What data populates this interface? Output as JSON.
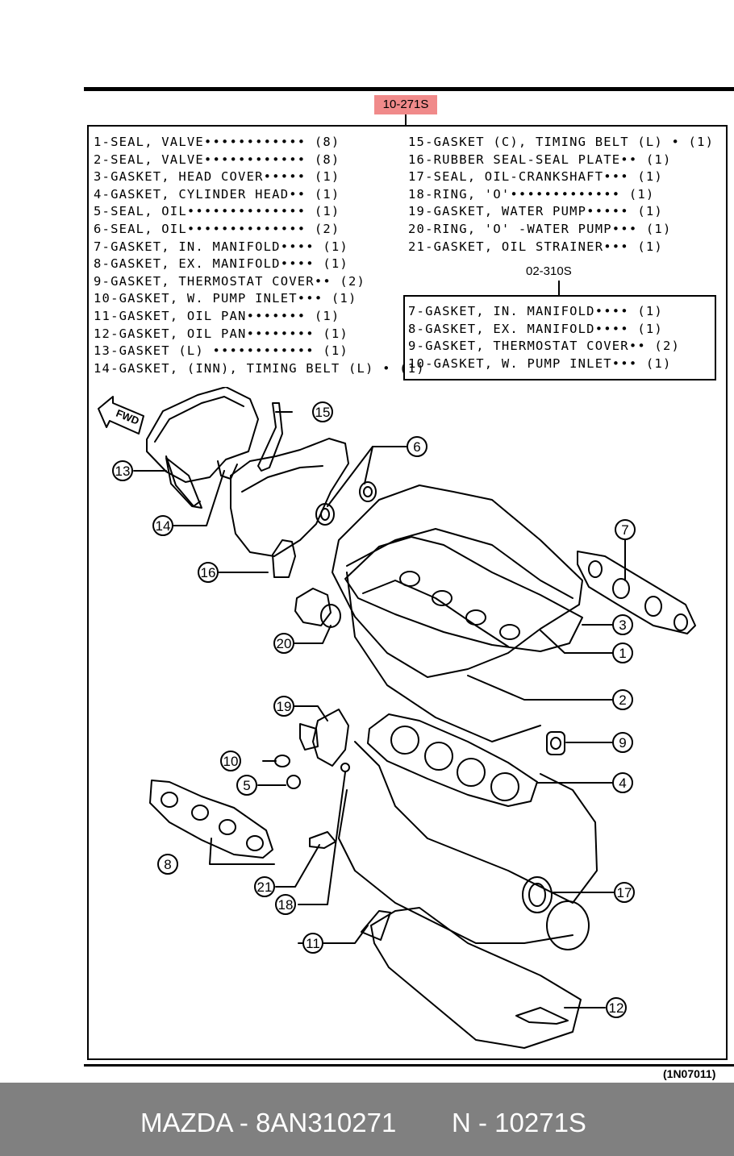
{
  "header": {
    "part_tag": "10-271S"
  },
  "main_list": {
    "left": [
      "1-SEAL, VALVE•••••••••••• (8)",
      "2-SEAL, VALVE•••••••••••• (8)",
      "3-GASKET, HEAD COVER••••• (1)",
      "4-GASKET, CYLINDER HEAD•• (1)",
      "5-SEAL, OIL•••••••••••••• (1)",
      "6-SEAL, OIL•••••••••••••• (2)",
      "7-GASKET, IN. MANIFOLD•••• (1)",
      "8-GASKET, EX. MANIFOLD•••• (1)",
      "9-GASKET, THERMOSTAT COVER•• (2)",
      "10-GASKET, W. PUMP INLET••• (1)",
      "11-GASKET, OIL PAN••••••• (1)",
      "12-GASKET, OIL PAN•••••••• (1)",
      "13-GASKET (L) •••••••••••• (1)",
      "14-GASKET, (INN), TIMING BELT (L) • (1)"
    ],
    "right": [
      "15-GASKET (C), TIMING BELT (L) • (1)",
      "16-RUBBER SEAL-SEAL PLATE•• (1)",
      "17-SEAL, OIL-CRANKSHAFT••• (1)",
      "18-RING, 'O'••••••••••••• (1)",
      "19-GASKET, WATER PUMP••••• (1)",
      "20-RING, 'O' -WATER PUMP••• (1)",
      "21-GASKET, OIL STRAINER••• (1)"
    ]
  },
  "sub_kit": {
    "part_tag": "02-310S",
    "items": [
      "7-GASKET, IN. MANIFOLD•••• (1)",
      "8-GASKET, EX. MANIFOLD•••• (1)",
      "9-GASKET, THERMOSTAT COVER•• (2)",
      "10-GASKET, W. PUMP INLET••• (1)"
    ]
  },
  "diagram": {
    "direction_label": "FWD",
    "callouts": [
      "1",
      "2",
      "3",
      "4",
      "5",
      "6",
      "7",
      "8",
      "9",
      "10",
      "11",
      "12",
      "13",
      "14",
      "15",
      "16",
      "17",
      "18",
      "19",
      "20",
      "21"
    ]
  },
  "ref_code": "(1N07011)",
  "footer": {
    "part_number": "MAZDA - 8AN310271",
    "kit_code": "N - 10271S"
  }
}
